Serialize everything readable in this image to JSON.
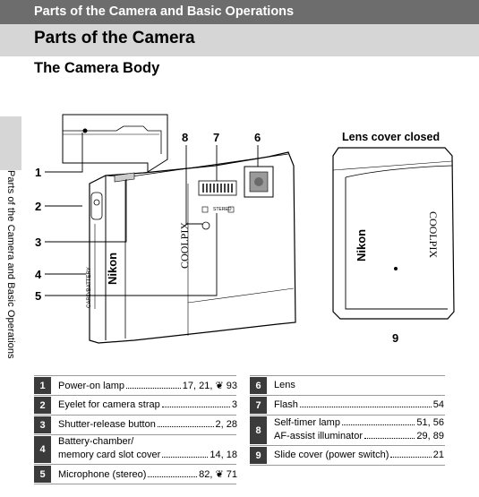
{
  "header": {
    "section": "Parts of the Camera and Basic Operations",
    "title": "Parts of the Camera"
  },
  "section_title": "The Camera Body",
  "side_tab_text": "Parts of the Camera and Basic Operations",
  "figure": {
    "lens_cover_caption": "Lens cover closed",
    "callouts": [
      "1",
      "2",
      "3",
      "4",
      "5",
      "6",
      "7",
      "8",
      "9"
    ],
    "brand": "Nikon",
    "model": "COOLPIX",
    "stereo": "STEREO",
    "card_battery": "CARD/BATTERY"
  },
  "parts_left": [
    {
      "num": "1",
      "label": "Power-on lamp",
      "pages": "17, 21, ❦ 93"
    },
    {
      "num": "2",
      "label": "Eyelet for camera strap",
      "pages": "3"
    },
    {
      "num": "3",
      "label": "Shutter-release button",
      "pages": "2, 28"
    },
    {
      "num": "4",
      "label_line1": "Battery-chamber/",
      "label": "memory card slot cover",
      "pages": "14, 18"
    },
    {
      "num": "5",
      "label": "Microphone (stereo)",
      "pages": "82, ❦ 71"
    }
  ],
  "parts_right": [
    {
      "num": "6",
      "label": "Lens",
      "pages": ""
    },
    {
      "num": "7",
      "label": "Flash",
      "pages": "54"
    },
    {
      "num": "8",
      "label": "Self-timer lamp",
      "pages": "51, 56",
      "label2": "AF-assist illuminator",
      "pages2": "29, 89"
    },
    {
      "num": "9",
      "label": "Slide cover (power switch)",
      "pages": "21"
    }
  ]
}
